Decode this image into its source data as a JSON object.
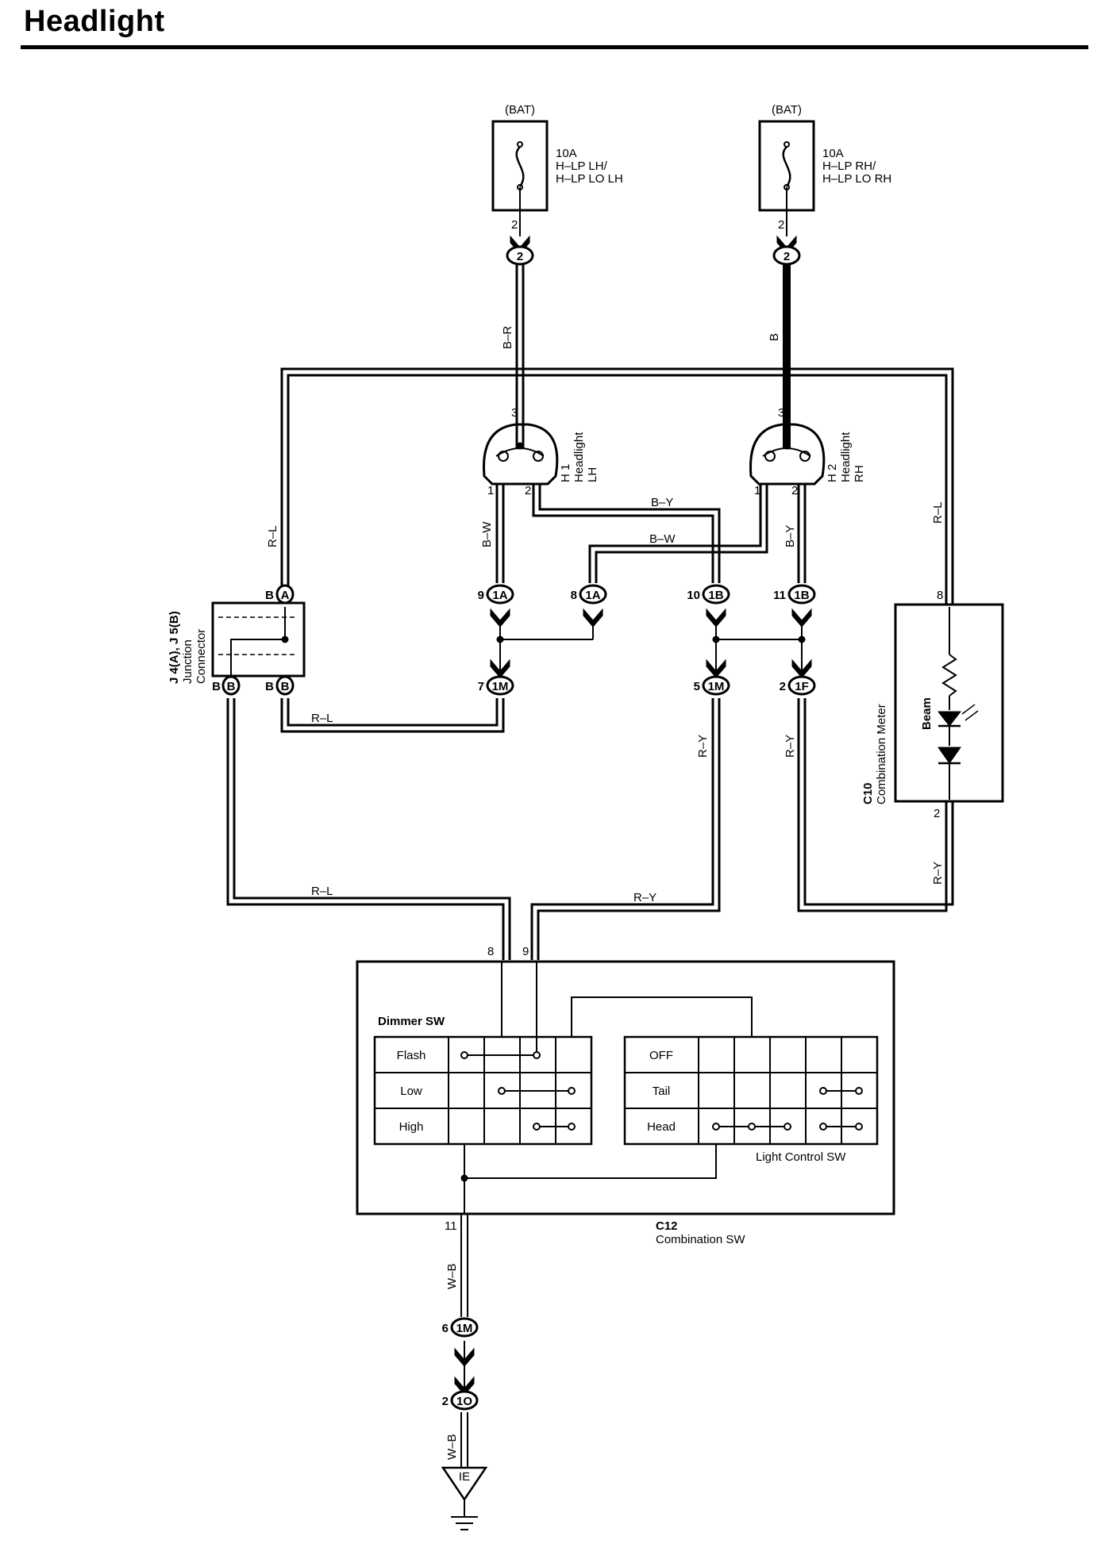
{
  "title": "Headlight",
  "fuses": {
    "left": {
      "source": "(BAT)",
      "rating": "10A",
      "line1": "H–LP LH/",
      "line2": "H–LP LO LH",
      "pin": "2"
    },
    "right": {
      "source": "(BAT)",
      "rating": "10A",
      "line1": "H–LP RH/",
      "line2": "H–LP LO RH",
      "pin": "2"
    }
  },
  "wires": {
    "b_r": "B–R",
    "b": "B",
    "r_l": "R–L",
    "b_w": "B–W",
    "b_y": "B–Y",
    "r_y": "R–Y",
    "w_b": "W–B"
  },
  "headlight_lh": {
    "code": "H 1",
    "name1": "Headlight",
    "name2": "LH",
    "pin_top": "3",
    "pin_1": "1",
    "pin_2": "2"
  },
  "headlight_rh": {
    "code": "H 2",
    "name1": "Headlight",
    "name2": "RH",
    "pin_top": "3",
    "pin_1": "1",
    "pin_2": "2"
  },
  "junction": {
    "code": "J 4(A), J 5(B)",
    "name1": "Junction",
    "name2": "Connector",
    "pin_top": "B",
    "conn_a": "A",
    "pin_bl": "B",
    "conn_bl": "B",
    "pin_br": "B",
    "conn_br": "B"
  },
  "connectors": {
    "c1a_left": {
      "pin": "9",
      "id": "1A"
    },
    "c1a_right": {
      "pin": "8",
      "id": "1A"
    },
    "c1b_left": {
      "pin": "10",
      "id": "1B"
    },
    "c1b_right": {
      "pin": "11",
      "id": "1B"
    },
    "c1m_left": {
      "pin": "7",
      "id": "1M"
    },
    "c1m_mid": {
      "pin": "5",
      "id": "1M"
    },
    "c1f": {
      "pin": "2",
      "id": "1F"
    },
    "c1m_low": {
      "pin": "6",
      "id": "1M"
    },
    "c1o": {
      "pin": "2",
      "id": "1O"
    }
  },
  "meter": {
    "code": "C10",
    "name": "Combination Meter",
    "lamp": "Beam",
    "pin_top": "8",
    "pin_bottom": "2"
  },
  "switch": {
    "code": "C12",
    "name": "Combination SW",
    "pin_8": "8",
    "pin_9": "9",
    "pin_11": "11",
    "dimmer_title": "Dimmer SW",
    "dimmer_rows": [
      "Flash",
      "Low",
      "High"
    ],
    "light_title": "Light Control SW",
    "light_rows": [
      "OFF",
      "Tail",
      "Head"
    ]
  },
  "ground": {
    "id": "IE"
  }
}
